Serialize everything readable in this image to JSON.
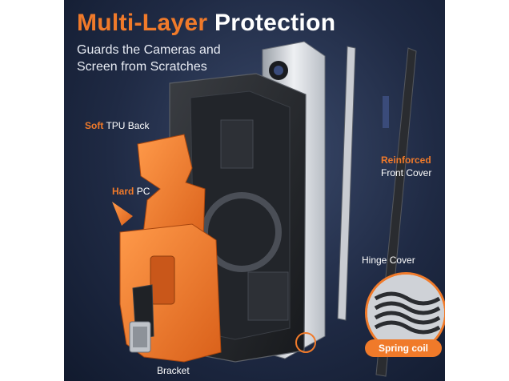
{
  "headline": {
    "accent": "Multi-Layer",
    "rest": "Protection"
  },
  "subtitle": {
    "line1": "Guards the Cameras and",
    "line2": "Screen from Scratches"
  },
  "labels": {
    "soft_tpu": {
      "accent": "Soft",
      "rest": "TPU Back"
    },
    "hard_pc": {
      "accent": "Hard",
      "rest": "PC"
    },
    "reinforced": {
      "accent": "Reinforced",
      "rest": "Front Cover"
    },
    "hinge_cover": "Hinge Cover",
    "bracket": "Bracket",
    "spring_coil": "Spring coil"
  },
  "colors": {
    "accent": "#f07a2a",
    "background_dark": "#1f2a44",
    "text": "#ffffff"
  }
}
